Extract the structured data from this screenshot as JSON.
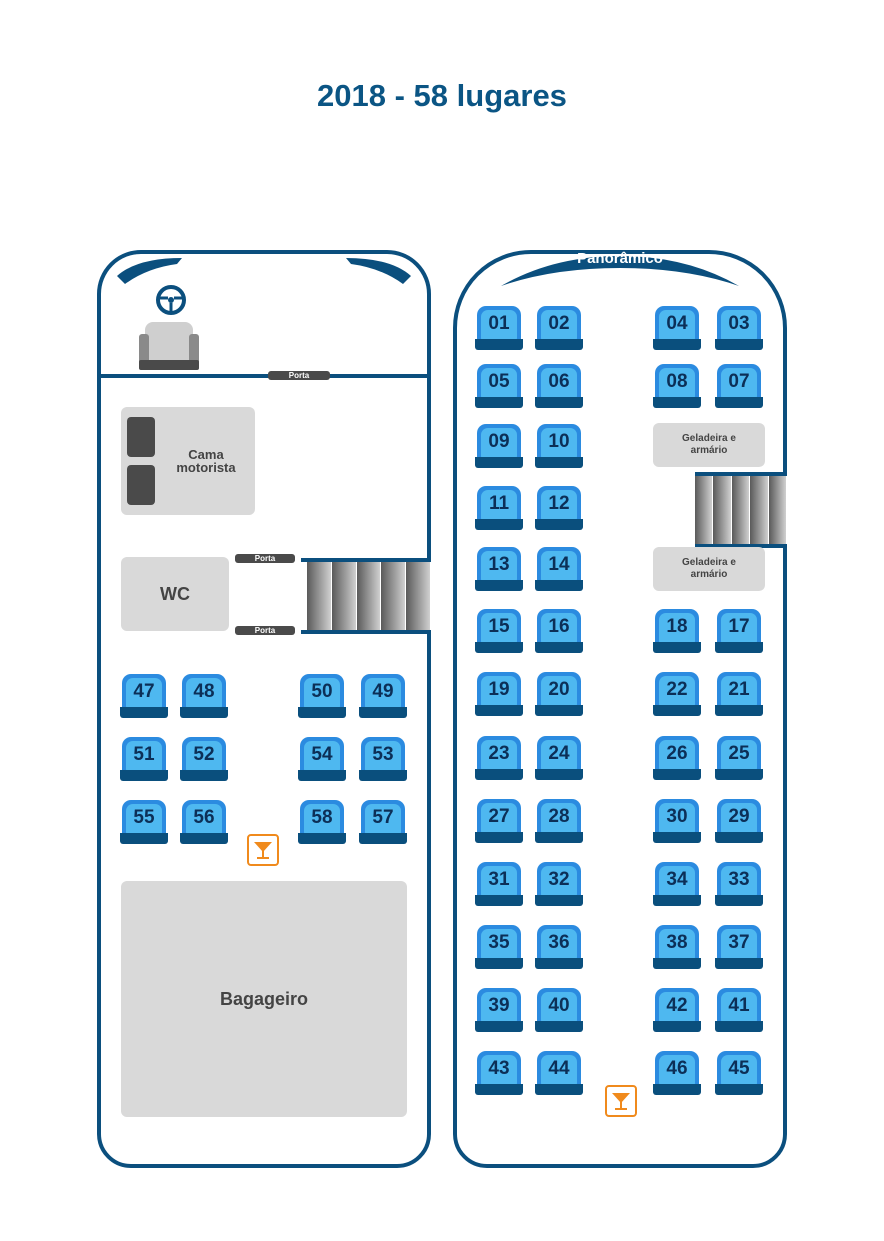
{
  "title": "2018 - 58 lugares",
  "upper_label": "Panorâmico",
  "door_label": "Porta",
  "cama_label": "Cama\nmotorista",
  "wc_label": "WC",
  "bagageiro_label": "Bagageiro",
  "geladeira_label": "Geladeira e\narmário",
  "colors": {
    "accent": "#0b4f7e",
    "seat": "#4eb8f0",
    "seat_base": "#0a4f7d",
    "bar": "#f08a1c"
  },
  "lower_seats": [
    [
      "47",
      "48",
      "50",
      "49"
    ],
    [
      "51",
      "52",
      "54",
      "53"
    ],
    [
      "55",
      "56",
      "58",
      "57"
    ]
  ],
  "upper_seats": [
    [
      "01",
      "02",
      "04",
      "03"
    ],
    [
      "05",
      "06",
      "08",
      "07"
    ],
    [
      "09",
      "10",
      "",
      ""
    ],
    [
      "11",
      "12",
      "",
      ""
    ],
    [
      "13",
      "14",
      "",
      ""
    ],
    [
      "15",
      "16",
      "18",
      "17"
    ],
    [
      "19",
      "20",
      "22",
      "21"
    ],
    [
      "23",
      "24",
      "26",
      "25"
    ],
    [
      "27",
      "28",
      "30",
      "29"
    ],
    [
      "31",
      "32",
      "34",
      "33"
    ],
    [
      "35",
      "36",
      "38",
      "37"
    ],
    [
      "39",
      "40",
      "42",
      "41"
    ],
    [
      "43",
      "44",
      "46",
      "45"
    ]
  ],
  "icons": [
    "steering-wheel-icon",
    "driver-seat-icon",
    "bar-cocktail-icon"
  ]
}
